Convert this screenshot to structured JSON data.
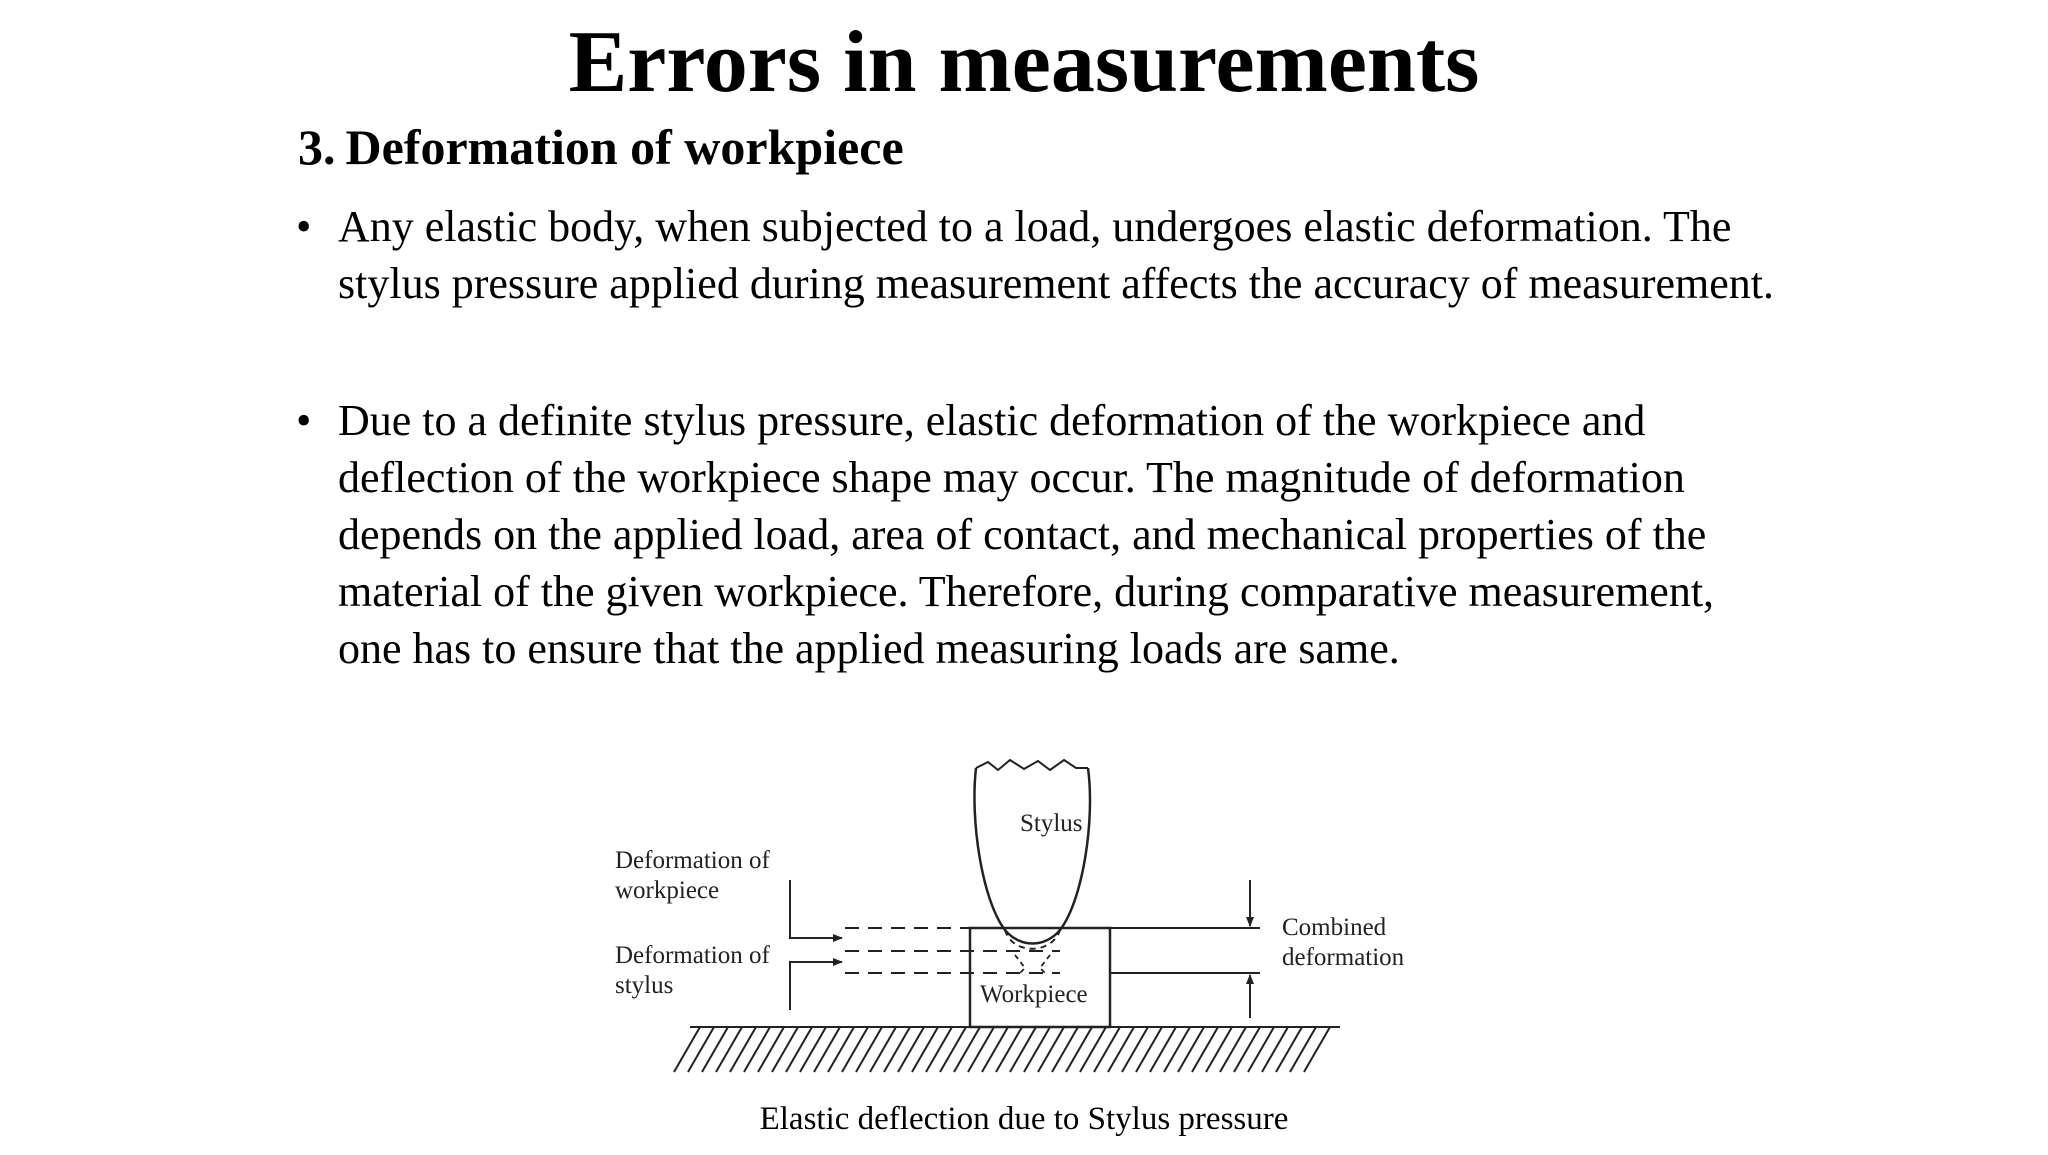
{
  "slide": {
    "title": "Errors in measurements",
    "section_number": "3.",
    "section_title": "Deformation of workpiece"
  },
  "bullets": [
    {
      "marker": "•",
      "text": "Any elastic body, when subjected to a load, undergoes elastic deformation. The stylus pressure applied during measurement affects the accuracy of measurement."
    },
    {
      "marker": "•",
      "text": "Due to a definite stylus pressure, elastic deformation of the workpiece and deflection of the workpiece shape may occur. The magnitude of deformation depends on the applied load, area of contact, and mechanical properties of the material of the given workpiece. Therefore, during comparative measurement, one has to ensure that the applied measuring loads are same."
    }
  ],
  "figure": {
    "labels": {
      "stylus": "Stylus",
      "deformation_workpiece_line1": "Deformation of",
      "deformation_workpiece_line2": "workpiece",
      "deformation_stylus_line1": "Deformation of",
      "deformation_stylus_line2": "stylus",
      "workpiece": "Workpiece",
      "combined_line1": "Combined",
      "combined_line2": "deformation"
    },
    "caption": "Elastic deflection due to Stylus pressure"
  }
}
